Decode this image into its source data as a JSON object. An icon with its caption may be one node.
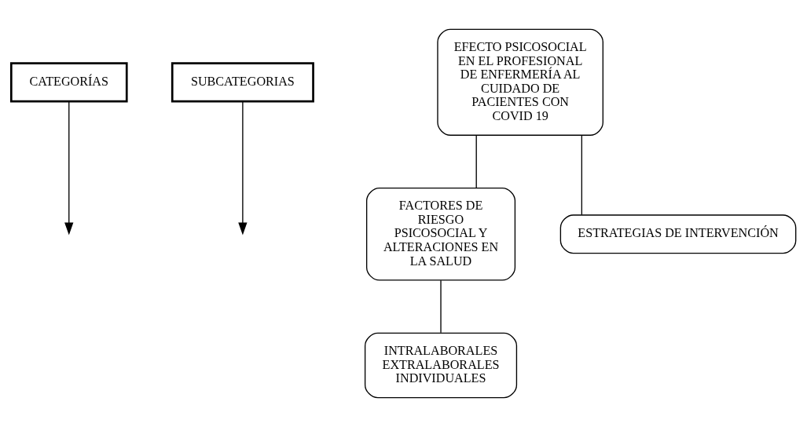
{
  "diagram": {
    "nodes": [
      {
        "text": [
          "CATEGORÍAS"
        ]
      },
      {
        "text": [
          "SUBCATEGORIAS"
        ]
      },
      {
        "text": [
          "EFECTO PSICOSOCIAL EN EL PROFESIONAL DE ENFERMERÍA AL CUIDADO DE PACIENTES CON COVID 19"
        ]
      },
      {
        "text": [
          "FACTORES DE RIESGO PSICOSOCIAL Y ALTERACIONES EN LA SALUD"
        ]
      },
      {
        "text": [
          "INTRALABORALES",
          "EXTRALABORALES",
          "INDIVIDUALES"
        ]
      },
      {
        "text": [
          "ESTRATEGIAS DE INTERVENCIÓN"
        ]
      }
    ],
    "edges": [
      {
        "from": 0,
        "to": null,
        "arrow": "to"
      },
      {
        "from": 1,
        "to": null,
        "arrow": "to"
      },
      {
        "from": 2,
        "to": 3,
        "arrow": "none"
      },
      {
        "from": 2,
        "to": 5,
        "arrow": "none"
      },
      {
        "from": 3,
        "to": 4,
        "arrow": "none"
      }
    ]
  }
}
